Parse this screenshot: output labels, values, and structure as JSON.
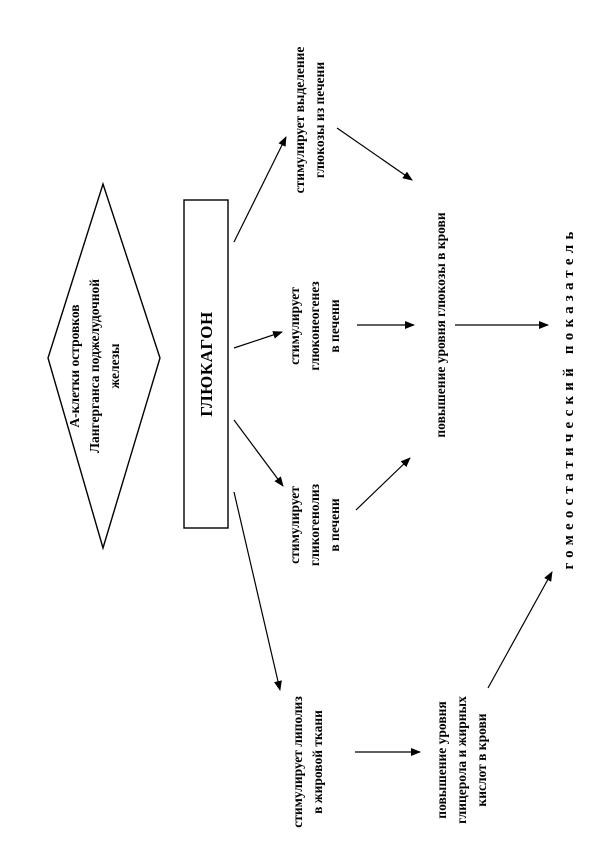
{
  "source": {
    "lines": [
      "А-клетки островков",
      "Лангерганса поджелудочной",
      "железы"
    ]
  },
  "hormone": {
    "label": "ГЛЮКАГОН"
  },
  "effects": [
    {
      "lines": [
        "стимулирует выделение",
        "глюкозы из печени"
      ]
    },
    {
      "lines": [
        "стимулирует",
        "глюконеогенез",
        "в печени"
      ]
    },
    {
      "lines": [
        "стимулирует",
        "гликогенолиз",
        "в печени"
      ]
    },
    {
      "lines": [
        "стимулирует липолиз",
        "в жировой ткани"
      ]
    }
  ],
  "results": {
    "glucose": "повышение уровня глюкозы в крови",
    "lipids": [
      "повышение уровня",
      "глицерола и жирных",
      "кислот в крови"
    ]
  },
  "outcome": {
    "label": "гомеостатический показатель"
  }
}
